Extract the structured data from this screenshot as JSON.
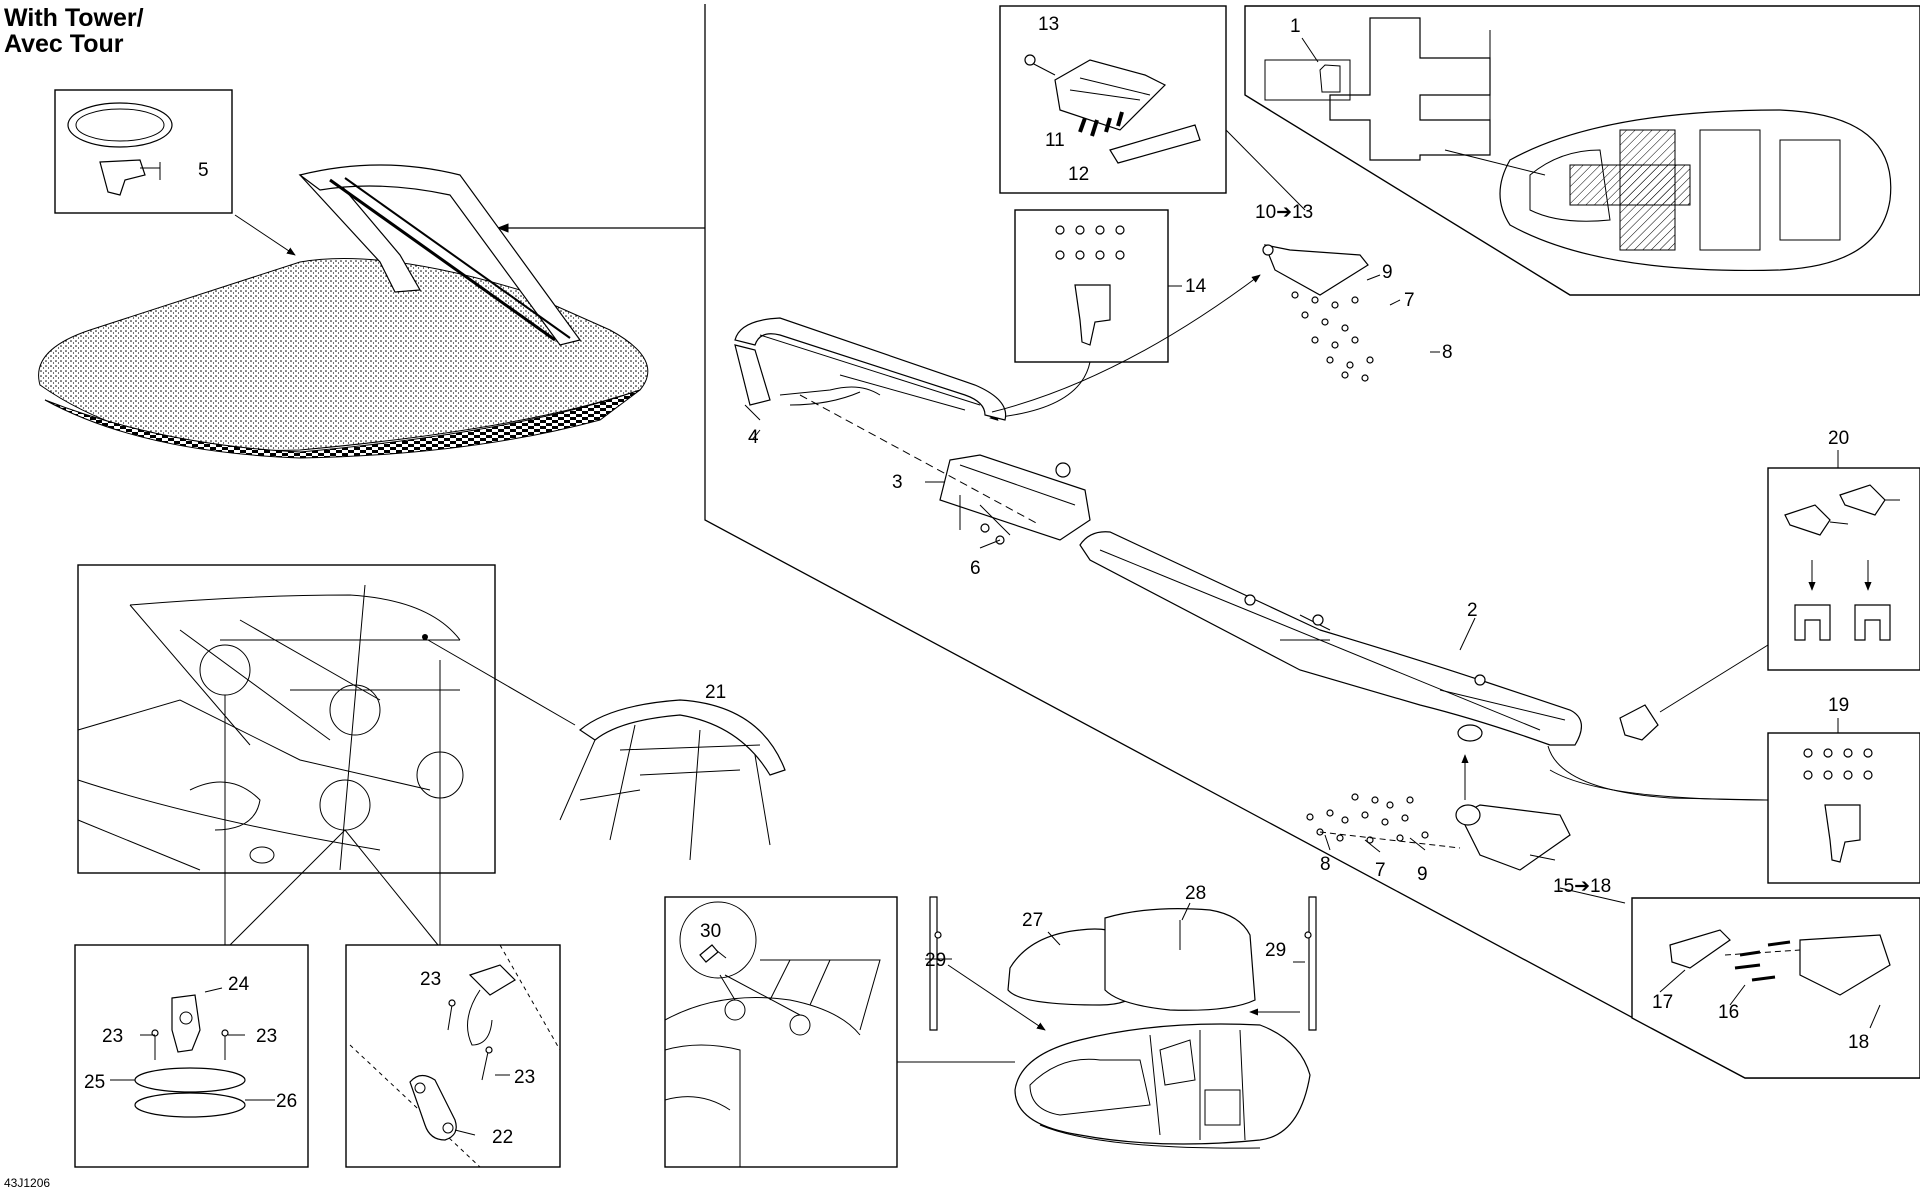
{
  "title_line1": "With Tower/",
  "title_line2": "Avec Tour",
  "reference": "43J1206",
  "callouts": {
    "c1": "1",
    "c2": "2",
    "c3": "3",
    "c4": "4",
    "c5": "5",
    "c6": "6",
    "c7a": "7",
    "c7b": "7",
    "c8a": "8",
    "c8b": "8",
    "c9a": "9",
    "c9b": "9",
    "c10": "10➔13",
    "c11": "11",
    "c12": "12",
    "c13": "13",
    "c14": "14",
    "c15": "15➔18",
    "c16": "16",
    "c17": "17",
    "c18": "18",
    "c19": "19",
    "c20": "20",
    "c21": "21",
    "c22": "22",
    "c23a": "23",
    "c23b": "23",
    "c23c": "23",
    "c23d": "23",
    "c24": "24",
    "c25": "25",
    "c26": "26",
    "c27": "27",
    "c28": "28",
    "c29a": "29",
    "c29b": "29",
    "c30": "30"
  }
}
